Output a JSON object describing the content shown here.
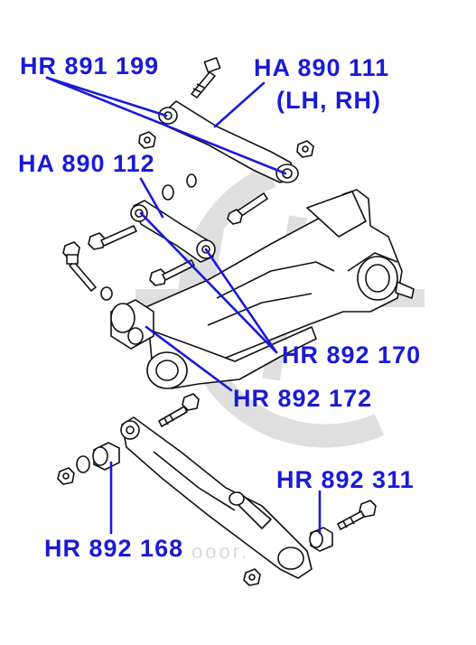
{
  "labels": {
    "hr891199": "HR 891 199",
    "ha890111": "HA 890 111",
    "ha890111_sub": "(LH, RH)",
    "ha890112": "HA 890 112",
    "hr892170": "HR 892 170",
    "hr892172": "HR 892 172",
    "hr892311": "HR 892 311",
    "hr892168": "HR 892 168"
  },
  "watermark": "ooor.",
  "colors": {
    "label": "#1a1ad6",
    "leader": "#1a1ad6",
    "drawing": "#111111",
    "watermark": "#dcdcdc"
  }
}
